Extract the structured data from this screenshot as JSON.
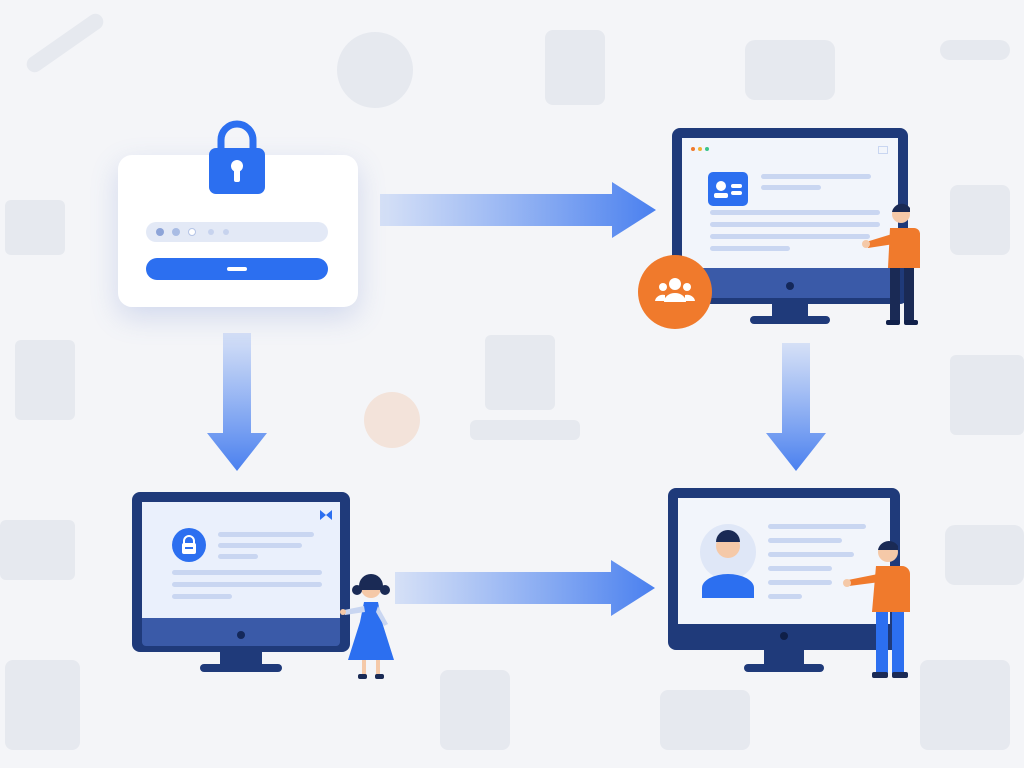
{
  "diagram": {
    "kind": "authentication-flow",
    "steps": [
      {
        "id": "login",
        "icon": "padlock-icon"
      },
      {
        "id": "dashboard",
        "icon": "users-icon"
      },
      {
        "id": "secure-session",
        "icon": "lock-badge-icon"
      },
      {
        "id": "profile",
        "icon": "profile-avatar-icon"
      }
    ],
    "connections": [
      {
        "from": "login",
        "to": "dashboard"
      },
      {
        "from": "login",
        "to": "secure-session"
      },
      {
        "from": "dashboard",
        "to": "profile"
      },
      {
        "from": "secure-session",
        "to": "profile"
      }
    ]
  },
  "colors": {
    "accent": "#2c6ff0",
    "arrow": "#5b8df0",
    "monitor": "#1f3a7a",
    "highlight": "#f07a2c",
    "background": "#f4f5f8"
  }
}
